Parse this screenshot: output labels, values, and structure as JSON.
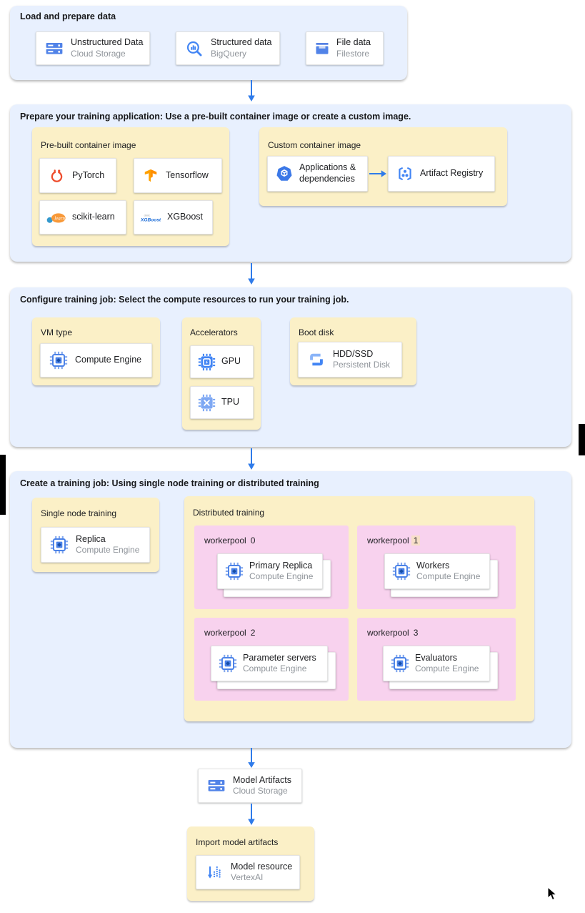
{
  "colors": {
    "section_bg": "#e8f0fe",
    "panel_yellow": "#fbf0c7",
    "pool_pink": "#f8d2ee",
    "highlight_peach": "#f7dfc8",
    "accent_blue": "#2f7bea",
    "card_primary_text": "#202124",
    "card_secondary_text": "#8f949a"
  },
  "flow": {
    "load": {
      "title": "Load and prepare data",
      "cards": [
        {
          "icon": "cloud-storage-icon",
          "title": "Unstructured Data",
          "subtitle": "Cloud Storage"
        },
        {
          "icon": "bigquery-icon",
          "title": "Structured data",
          "subtitle": "BigQuery"
        },
        {
          "icon": "filestore-icon",
          "title": "File data",
          "subtitle": "Filestore"
        }
      ]
    },
    "prepare": {
      "title": "Prepare your training application: Use a pre-built container image or create a custom image.",
      "prebuilt": {
        "title": "Pre-built container image",
        "cards": [
          {
            "icon": "pytorch-icon",
            "label": "PyTorch"
          },
          {
            "icon": "tensorflow-icon",
            "label": "Tensorflow"
          },
          {
            "icon": "scikit-learn-icon",
            "label": "scikit-learn"
          },
          {
            "icon": "xgboost-icon",
            "label": "XGBoost"
          }
        ]
      },
      "custom": {
        "title": "Custom container image",
        "apps_card": {
          "icon": "applications-icon",
          "label": "Applications & dependencies"
        },
        "registry_card": {
          "icon": "artifact-registry-icon",
          "label": "Artifact Registry"
        }
      }
    },
    "configure": {
      "title": "Configure training job: Select the compute resources to run your training job.",
      "vm": {
        "title": "VM type",
        "card": {
          "icon": "compute-engine-icon",
          "label": "Compute Engine"
        }
      },
      "accelerators": {
        "title": "Accelerators",
        "cards": [
          {
            "icon": "gpu-icon",
            "label": "GPU"
          },
          {
            "icon": "tpu-icon",
            "label": "TPU"
          }
        ]
      },
      "bootdisk": {
        "title": "Boot disk",
        "card": {
          "icon": "persistent-disk-icon",
          "title": "HDD/SSD",
          "subtitle": "Persistent Disk"
        }
      }
    },
    "create": {
      "title": "Create a training job: Using single node training or distributed training",
      "single": {
        "title": "Single node training",
        "card": {
          "icon": "compute-engine-icon",
          "title": "Replica",
          "subtitle": "Compute Engine"
        }
      },
      "distributed": {
        "title": "Distributed training",
        "pools": [
          {
            "label": "workerpool",
            "num": "0",
            "card": {
              "icon": "compute-engine-icon",
              "title": "Primary Replica",
              "subtitle": "Compute Engine"
            }
          },
          {
            "label": "workerpool",
            "num": "1",
            "card": {
              "icon": "compute-engine-icon",
              "title": "Workers",
              "subtitle": "Compute Engine"
            }
          },
          {
            "label": "workerpool",
            "num": "2",
            "card": {
              "icon": "compute-engine-icon",
              "title": "Parameter servers",
              "subtitle": "Compute Engine"
            }
          },
          {
            "label": "workerpool",
            "num": "3",
            "card": {
              "icon": "compute-engine-icon",
              "title": "Evaluators",
              "subtitle": "Compute Engine"
            }
          }
        ]
      }
    },
    "model_artifacts": {
      "icon": "cloud-storage-icon",
      "title": "Model Artifacts",
      "subtitle": "Cloud Storage"
    },
    "import_panel": {
      "title": "Import model artifacts",
      "card": {
        "icon": "vertex-ai-icon",
        "title": "Model resource",
        "subtitle": "VertexAI"
      }
    }
  }
}
